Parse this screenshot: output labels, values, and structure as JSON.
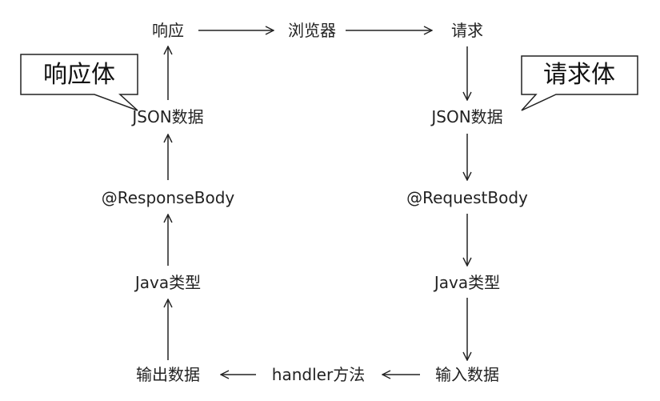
{
  "top": {
    "response": "响应",
    "browser": "浏览器",
    "request": "请求"
  },
  "left": {
    "json": "JSON数据",
    "annotation": "@ResponseBody",
    "java_type": "Java类型",
    "output": "输出数据"
  },
  "right": {
    "json": "JSON数据",
    "annotation": "@RequestBody",
    "java_type": "Java类型",
    "input": "输入数据"
  },
  "bottom": {
    "handler": "handler方法"
  },
  "callouts": {
    "response_body": "响应体",
    "request_body": "请求体"
  }
}
